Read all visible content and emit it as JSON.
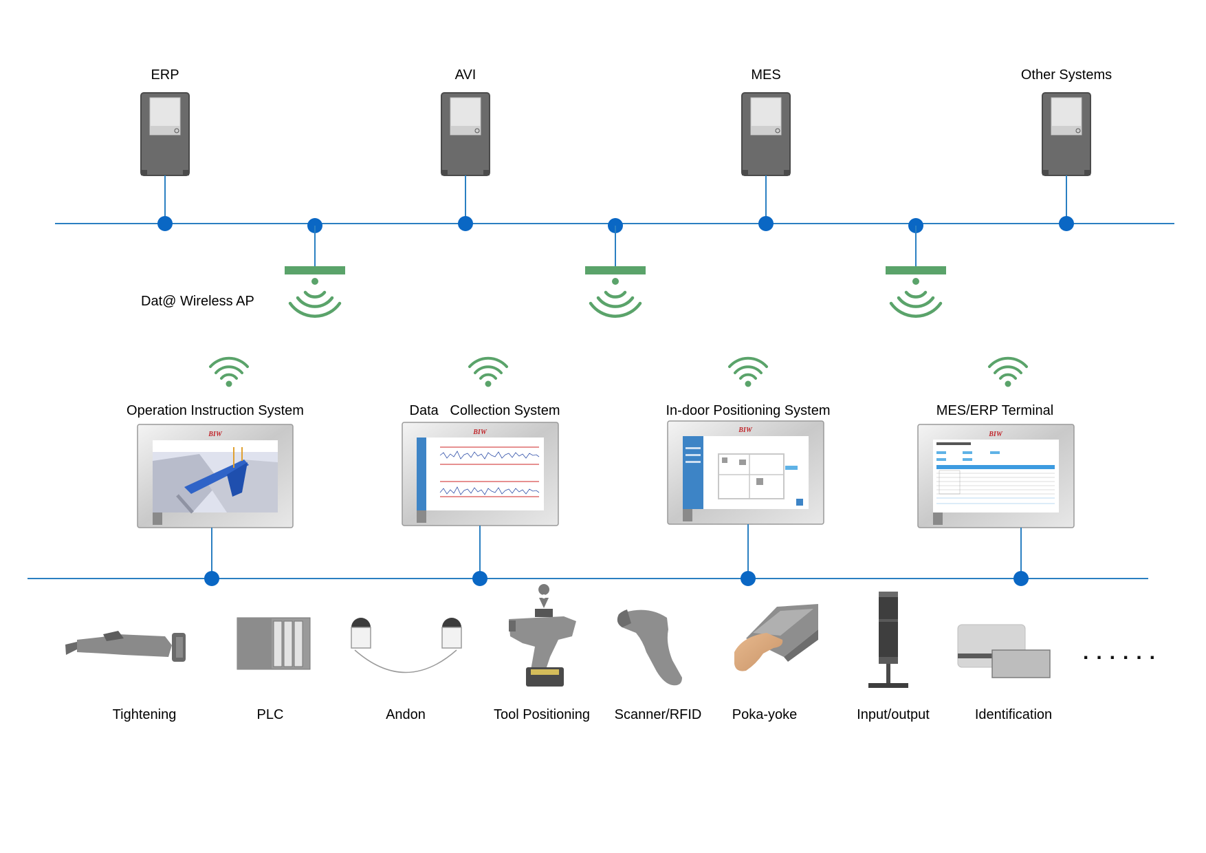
{
  "top_systems": [
    {
      "label": "ERP",
      "icon": "server-cabinet-icon"
    },
    {
      "label": "AVI",
      "icon": "server-cabinet-icon"
    },
    {
      "label": "MES",
      "icon": "server-cabinet-icon"
    },
    {
      "label": "Other Systems",
      "icon": "server-cabinet-icon"
    }
  ],
  "wireless_ap": {
    "label": "Dat@ Wireless AP",
    "icon": "wireless-access-point-icon",
    "count": 3
  },
  "terminals": [
    {
      "label": "Operation Instruction System",
      "screen": "3d-instruction-screen"
    },
    {
      "label": "Data   Collection System",
      "screen": "waveform-chart-screen"
    },
    {
      "label": "In-door Positioning System",
      "screen": "floor-map-screen"
    },
    {
      "label": "MES/ERP Terminal",
      "screen": "data-table-screen"
    }
  ],
  "brand_mark": "BIW",
  "devices": [
    {
      "label": "Tightening",
      "icon": "nutrunner-tool-icon"
    },
    {
      "label": "PLC",
      "icon": "plc-module-icon"
    },
    {
      "label": "Andon",
      "icon": "andon-light-icon"
    },
    {
      "label": "Tool Positioning",
      "icon": "cordless-tool-locator-icon"
    },
    {
      "label": "Scanner/RFID",
      "icon": "barcode-scanner-icon"
    },
    {
      "label": "Poka-yoke",
      "icon": "pick-to-light-bin-icon"
    },
    {
      "label": "Input/output",
      "icon": "signal-tower-icon"
    },
    {
      "label": "Identification",
      "icon": "id-card-icon"
    }
  ],
  "more_indicator": "......",
  "colors": {
    "network_line": "#2a7fc1",
    "node": "#0a67c4",
    "wireless": "#5aa36a",
    "server_body": "#6b6b6b",
    "device_gray": "#8a8a8a",
    "screen_blue": "#3d84c6"
  }
}
